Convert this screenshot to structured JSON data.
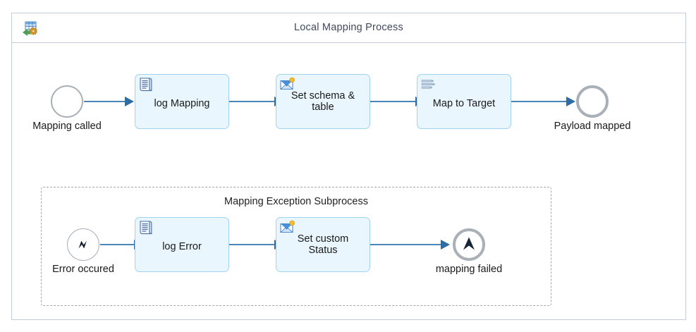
{
  "process": {
    "title": "Local Mapping Process",
    "icon": "process-mapping-gear-icon",
    "colors": {
      "frame_border": "#c3cddd",
      "task_fill": "#e9f6fd",
      "task_border": "#9fd4ef",
      "connector": "#4a86b8",
      "arrowhead": "#2e6ca4",
      "event_border": "#a9b0b8",
      "title_text": "#3f4a5e",
      "subprocess_border": "#a8a8a8"
    }
  },
  "main_flow": {
    "start_event": {
      "label": "Mapping called",
      "type": "none-start-event"
    },
    "tasks": [
      {
        "label": "log Mapping",
        "icon": "script-task-icon",
        "icon_name": "script-document-icon"
      },
      {
        "label": "Set schema &\ntable",
        "icon": "message-task-icon",
        "icon_name": "envelope-message-icon"
      },
      {
        "label": "Map to Target",
        "icon": "mapping-task-icon",
        "icon_name": "mapping-lines-icon"
      }
    ],
    "end_event": {
      "label": "Payload mapped",
      "type": "none-end-event"
    }
  },
  "subprocess": {
    "title": "Mapping Exception Subprocess",
    "start_event": {
      "label": "Error occured",
      "type": "error-start-event",
      "glyph": "error-bolt-icon"
    },
    "tasks": [
      {
        "label": "log Error",
        "icon": "script-task-icon",
        "icon_name": "script-document-icon"
      },
      {
        "label": "Set custom\nStatus",
        "icon": "message-task-icon",
        "icon_name": "envelope-message-icon"
      }
    ],
    "end_event": {
      "label": "mapping failed",
      "type": "escalation-end-event",
      "glyph": "escalation-arrow-icon"
    }
  }
}
